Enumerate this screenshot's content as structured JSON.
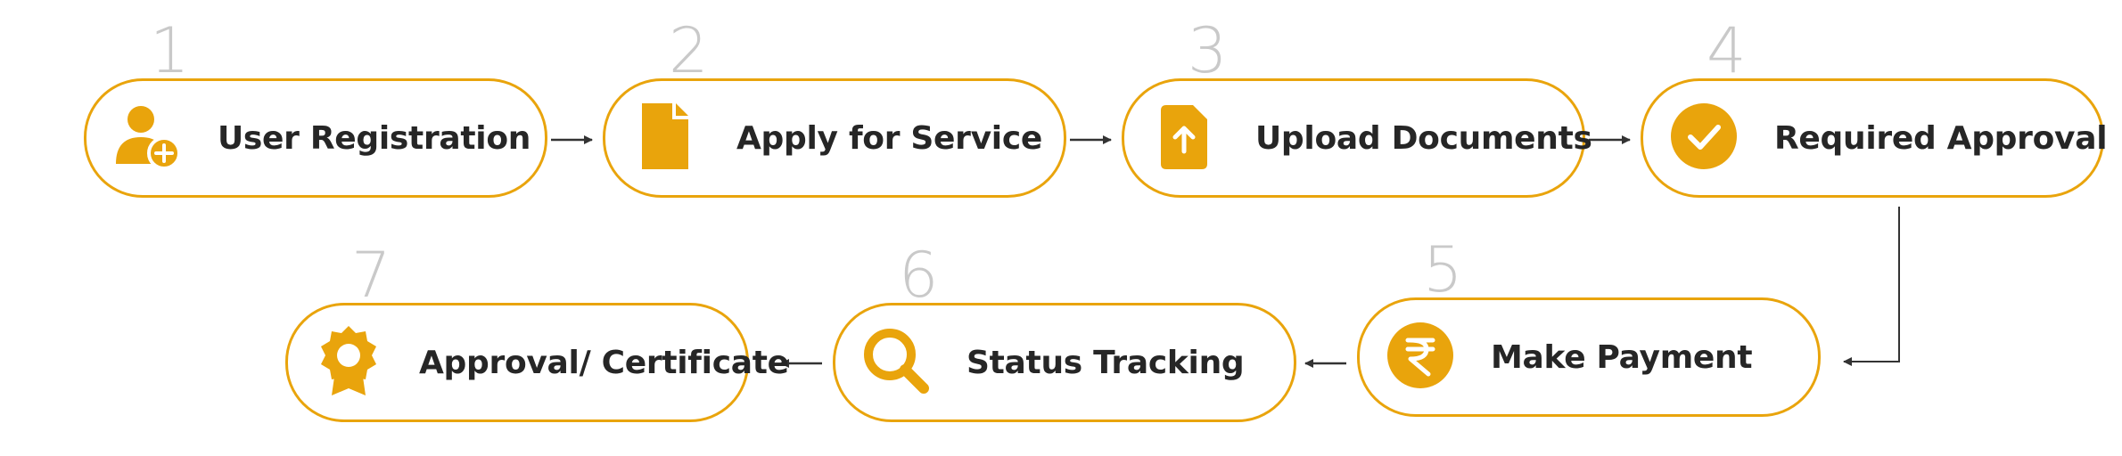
{
  "colors": {
    "accent": "#e9a40c",
    "number": "#c9c9c9",
    "text": "#262626",
    "connector": "#333333"
  },
  "steps": [
    {
      "number": "1",
      "label": "User Registration",
      "icon": "user-add-icon"
    },
    {
      "number": "2",
      "label": "Apply for Service",
      "icon": "document-icon"
    },
    {
      "number": "3",
      "label": "Upload Documents",
      "icon": "upload-file-icon"
    },
    {
      "number": "4",
      "label": "Required Approval",
      "icon": "check-circle-icon"
    },
    {
      "number": "5",
      "label": "Make Payment",
      "icon": "rupee-icon"
    },
    {
      "number": "6",
      "label": "Status Tracking",
      "icon": "search-icon"
    },
    {
      "number": "7",
      "label": "Approval/ Certificate",
      "icon": "award-badge-icon"
    }
  ]
}
